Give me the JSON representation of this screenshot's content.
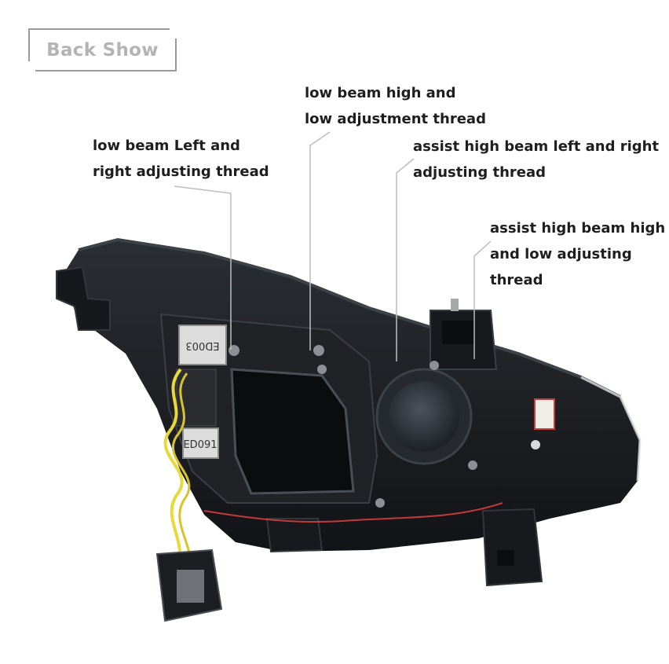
{
  "badge": {
    "text": "Back Show"
  },
  "callouts": [
    {
      "lines": [
        "low beam Left and",
        "right adjusting thread"
      ]
    },
    {
      "lines": [
        "low beam high and",
        "low adjustment thread"
      ]
    },
    {
      "lines": [
        "assist high beam left and right",
        "adjusting thread"
      ]
    },
    {
      "lines": [
        "assist high beam high",
        "and low adjusting",
        "thread"
      ]
    }
  ],
  "stickers": {
    "top": "ED003",
    "bottom": "ED091"
  },
  "colors": {
    "housing": "#1c1e21",
    "wire": "#e8d83a",
    "leader": "#bdbdbd",
    "label": "#1e1e1e",
    "badge": "#b4b4b4"
  }
}
